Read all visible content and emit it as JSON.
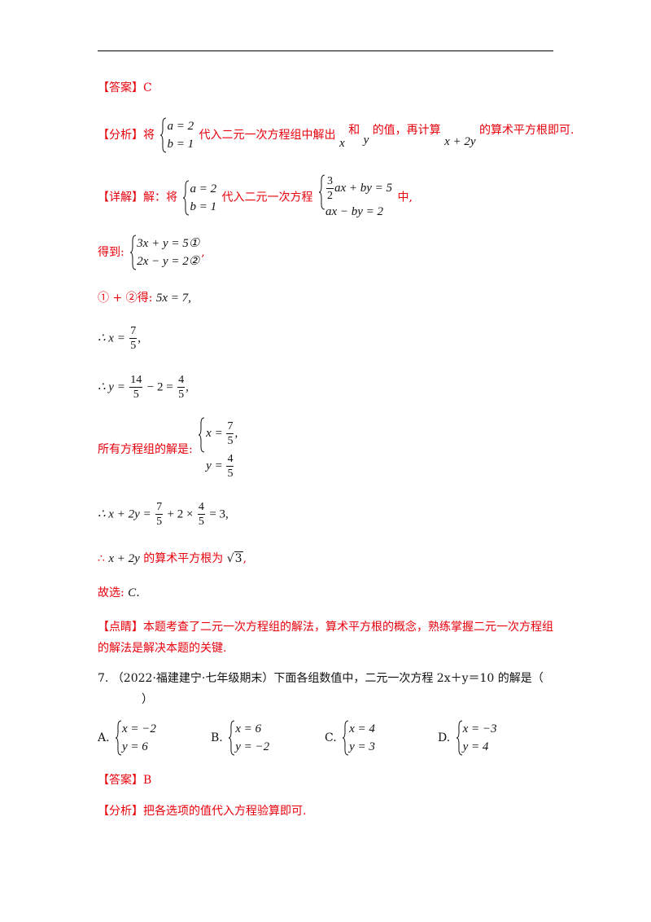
{
  "answer1": {
    "tag": "【答案】",
    "value": "C"
  },
  "analysis1": {
    "tag": "【分析】",
    "t1": "将",
    "sys": [
      "a = 2",
      "b = 1"
    ],
    "t2": "代入二元一次方程组中解出",
    "x": "x",
    "t3": "和",
    "y": "y",
    "t4": "的值，再计算",
    "expr": "x + 2y",
    "t5": "的算术平方根即可."
  },
  "detail": {
    "tag": "【详解】",
    "t1": "解：将",
    "sys": [
      "a = 2",
      "b = 1"
    ],
    "t2": "代入二元一次方程",
    "frac_num": "3",
    "frac_den": "2",
    "eq1_rest": "ax + by = 5",
    "eq2": "ax − by = 2",
    "t3": "中,"
  },
  "derive": {
    "label": "得到:",
    "rows": [
      "3x + y = 5①",
      "2x − y = 2②"
    ],
    "punct": ","
  },
  "add_step": {
    "label": "① + ②得:",
    "expr": "5x = 7,"
  },
  "x_val": {
    "lead": "∴ x =",
    "num": "7",
    "den": "5",
    "tail": ","
  },
  "y_val": {
    "lead": "∴ y =",
    "num1": "14",
    "den1": "5",
    "mid": "− 2 =",
    "num2": "4",
    "den2": "5",
    "tail": ","
  },
  "solution": {
    "label": "所有方程组的解是:",
    "x_lead": "x =",
    "x_num": "7",
    "x_den": "5",
    "x_tail": ",",
    "y_lead": "y =",
    "y_num": "4",
    "y_den": "5"
  },
  "sum": {
    "lead": "∴ x + 2y =",
    "n1": "7",
    "d1": "5",
    "mid": "+ 2 ×",
    "n2": "4",
    "d2": "5",
    "tail": "= 3,"
  },
  "sqrt_line": {
    "therefore": "∴",
    "expr": "x + 2y",
    "t1": "的算术平方根为",
    "root_sign": "√",
    "radicand": "3",
    "tail": ","
  },
  "choose": {
    "label": "故选:",
    "value": "C",
    "tail": "."
  },
  "comment": {
    "tag": "【点睛】",
    "text": "本题考查了二元一次方程组的解法，算术平方根的概念，熟练掌握二元一次方程组的解法是解决本题的关键."
  },
  "question7": {
    "text": "7.  （2022·福建建宁·七年级期末）下面各组数值中，二元一次方程 2x＋y＝10 的解是（",
    "close": "）",
    "options": [
      {
        "letter": "A.",
        "rows": [
          "x = −2",
          "y = 6"
        ]
      },
      {
        "letter": "B.",
        "rows": [
          "x = 6",
          "y = −2"
        ]
      },
      {
        "letter": "C.",
        "rows": [
          "x = 4",
          "y = 3"
        ]
      },
      {
        "letter": "D.",
        "rows": [
          "x = −3",
          "y = 4"
        ]
      }
    ]
  },
  "answer2": {
    "tag": "【答案】",
    "value": "B"
  },
  "analysis2": {
    "tag": "【分析】",
    "text": "把各选项的值代入方程验算即可."
  },
  "colors": {
    "accent": "#e8000b",
    "text": "#111111"
  }
}
